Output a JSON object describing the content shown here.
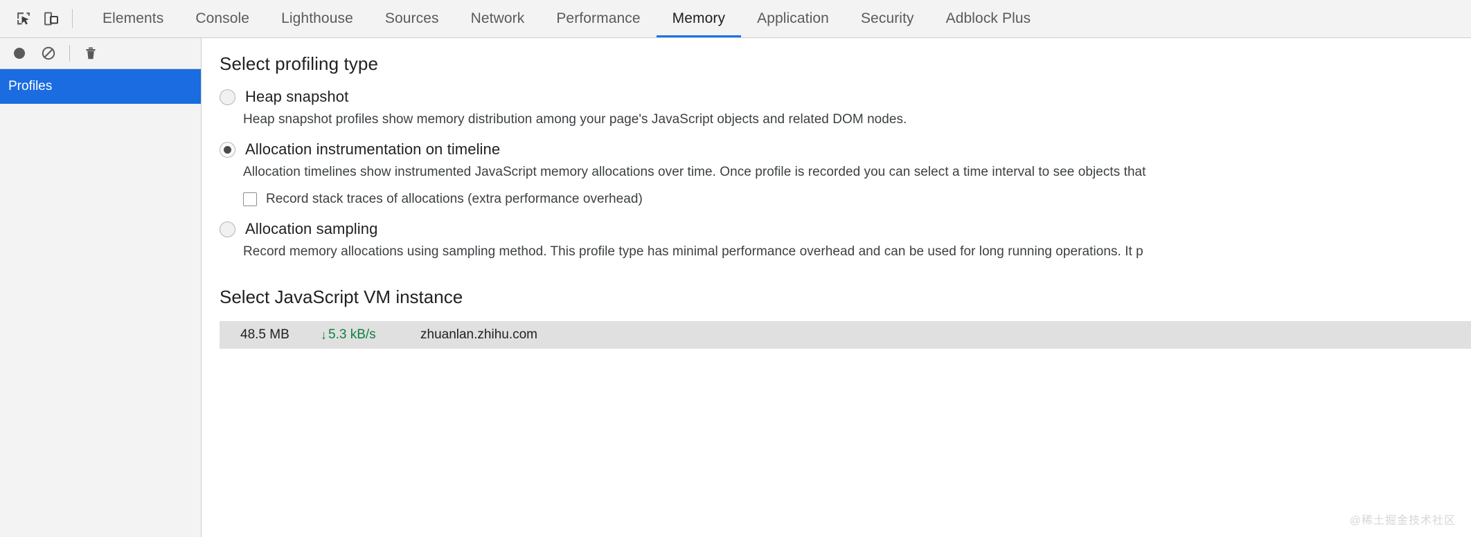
{
  "tabbar": {
    "icons": [
      {
        "name": "inspect-element-icon",
        "title": "Inspect element"
      },
      {
        "name": "device-toolbar-icon",
        "title": "Toggle device toolbar"
      }
    ],
    "tabs": [
      {
        "label": "Elements",
        "active": false
      },
      {
        "label": "Console",
        "active": false
      },
      {
        "label": "Lighthouse",
        "active": false
      },
      {
        "label": "Sources",
        "active": false
      },
      {
        "label": "Network",
        "active": false
      },
      {
        "label": "Performance",
        "active": false
      },
      {
        "label": "Memory",
        "active": true
      },
      {
        "label": "Application",
        "active": false
      },
      {
        "label": "Security",
        "active": false
      },
      {
        "label": "Adblock Plus",
        "active": false
      }
    ],
    "active_tab": "Memory",
    "active_underline_color": "#1a73e8"
  },
  "sidebar": {
    "toolbar": [
      {
        "name": "record-button",
        "icon": "record-circle-icon"
      },
      {
        "name": "clear-button",
        "icon": "no-entry-icon"
      },
      {
        "name": "delete-button",
        "icon": "trash-icon"
      }
    ],
    "items": [
      {
        "label": "Profiles",
        "selected": true
      }
    ],
    "selected_color": "#1a6ce0"
  },
  "main": {
    "profiling_section_title": "Select profiling type",
    "options": [
      {
        "id": "heap-snapshot",
        "label": "Heap snapshot",
        "checked": false,
        "description": "Heap snapshot profiles show memory distribution among your page's JavaScript objects and related DOM nodes."
      },
      {
        "id": "allocation-instrumentation-on-timeline",
        "label": "Allocation instrumentation on timeline",
        "checked": true,
        "description": "Allocation timelines show instrumented JavaScript memory allocations over time. Once profile is recorded you can select a time interval to see objects that",
        "sub_checkbox": {
          "label": "Record stack traces of allocations (extra performance overhead)",
          "checked": false
        }
      },
      {
        "id": "allocation-sampling",
        "label": "Allocation sampling",
        "checked": false,
        "description": "Record memory allocations using sampling method. This profile type has minimal performance overhead and can be used for long running operations. It p"
      }
    ],
    "vm_section_title": "Select JavaScript VM instance",
    "vm_instances": [
      {
        "memory": "48.5 MB",
        "rate": "5.3 kB/s",
        "rate_arrow": "↓",
        "rate_color": "#0b8043",
        "origin": "zhuanlan.zhihu.com"
      }
    ]
  },
  "watermark": "@稀土掘金技术社区"
}
